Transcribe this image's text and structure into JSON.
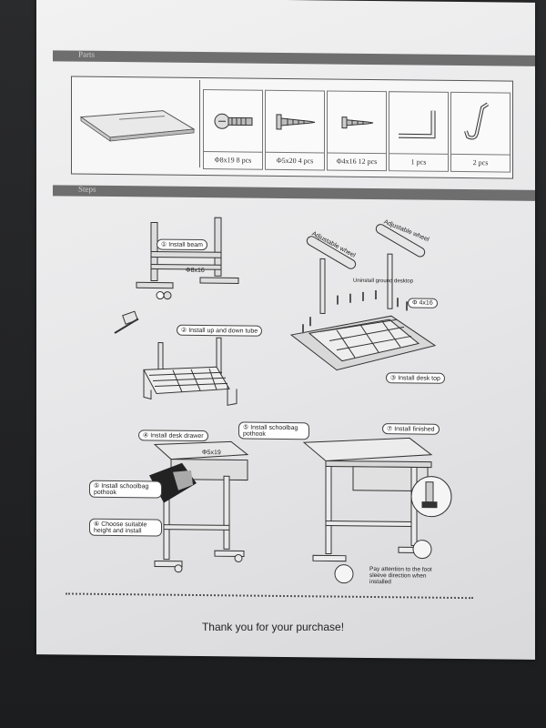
{
  "sections": {
    "parts_label": "Parts",
    "steps_label": "Steps"
  },
  "parts": [
    {
      "label": "Φ8x19  8 pcs",
      "icon": "bolt-icon"
    },
    {
      "label": "Φ5x20  4 pcs",
      "icon": "screw-icon"
    },
    {
      "label": "Φ4x16  12 pcs",
      "icon": "screw-icon"
    },
    {
      "label": "1 pcs",
      "icon": "hex-key-icon"
    },
    {
      "label": "2 pcs",
      "icon": "hook-icon"
    }
  ],
  "steps": {
    "s1": "① Install beam",
    "s1_part": "Φ8x16",
    "s2": "② Install up and down tube",
    "s3": "③ Install desk top",
    "s3_wheel_a": "Adjustable wheel",
    "s3_wheel_b": "Adjustable wheel",
    "s3_note": "Uninstall ground desktop",
    "s3_part": "Φ 4x16",
    "s4": "④ Install desk drawer",
    "s4_part": "Φ5x19",
    "s5_a": "⑤ Install schoolbag pothook",
    "s5_b": "⑤ Install schoolbag pothook",
    "s6": "⑥ Choose suitable height and install",
    "s7": "⑦ Install finished",
    "s7_note": "Pay attention to the foot sleeve direction when installed"
  },
  "footer": {
    "thanks": "Thank you for your purchase!"
  }
}
